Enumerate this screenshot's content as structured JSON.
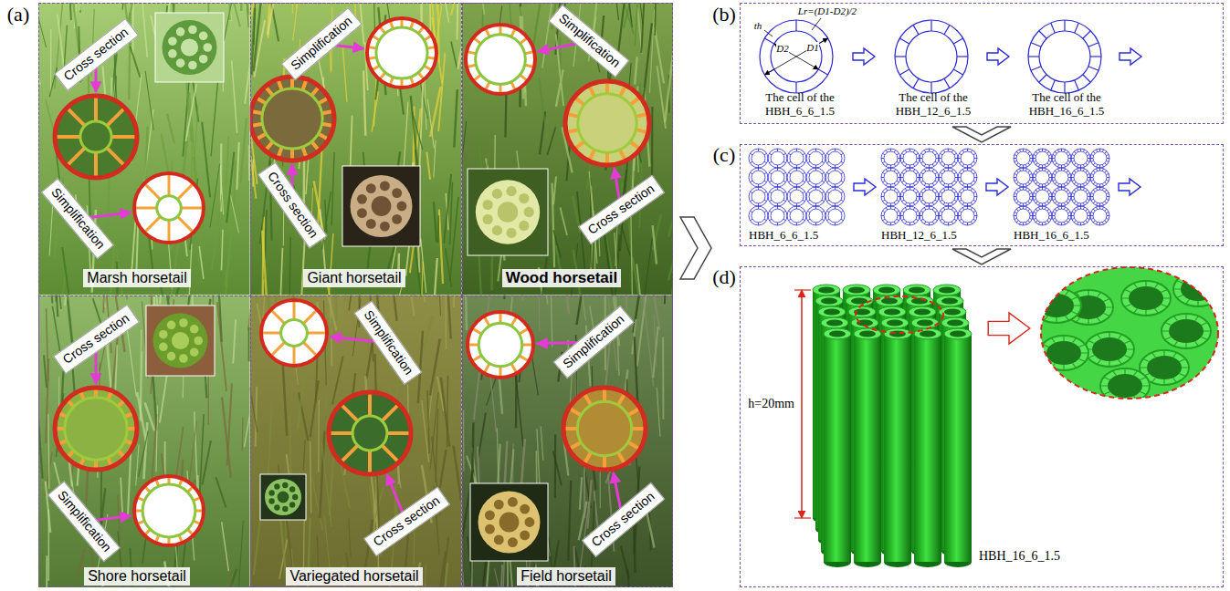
{
  "diagram": {
    "nodes": [
      {
        "text": [
          "(a)"
        ]
      },
      {
        "text": [
          "Marsh horsetail"
        ],
        "in": 0
      },
      {
        "text": [
          "Cross section"
        ],
        "in": 1
      },
      {
        "text": [
          "Simplification"
        ],
        "in": 1
      },
      {
        "text": [
          "Giant horsetail"
        ],
        "in": 0
      },
      {
        "text": [
          "Simplification"
        ],
        "in": 4
      },
      {
        "text": [
          "Cross section"
        ],
        "in": 4
      },
      {
        "text": [
          "Wood horsetail"
        ],
        "in": 0
      },
      {
        "text": [
          "Simplification"
        ],
        "in": 7
      },
      {
        "text": [
          "Cross section"
        ],
        "in": 7
      },
      {
        "text": [
          "Shore horsetail"
        ],
        "in": 0
      },
      {
        "text": [
          "Cross section"
        ],
        "in": 10
      },
      {
        "text": [
          "Simplification"
        ],
        "in": 10
      },
      {
        "text": [
          "Variegated horsetail"
        ],
        "in": 0
      },
      {
        "text": [
          "Simplification"
        ],
        "in": 13
      },
      {
        "text": [
          "Cross section"
        ],
        "in": 13
      },
      {
        "text": [
          "Field horsetail"
        ],
        "in": 0
      },
      {
        "text": [
          "Simplification"
        ],
        "in": 16
      },
      {
        "text": [
          "Cross section"
        ],
        "in": 16
      },
      {
        "text": [
          "(b)"
        ]
      },
      {
        "text": [
          "(c)"
        ]
      },
      {
        "text": [
          "(d)"
        ]
      }
    ],
    "labels": [
      "Lr=(D1-D2)/2",
      "th",
      "D2",
      "D1",
      "The cell of the HBH_6_6_1.5",
      "The cell of the HBH_12_6_1.5",
      "The cell of the HBH_16_6_1.5",
      "HBH_6_6_1.5",
      "HBH_12_6_1.5",
      "HBH_16_6_1.5",
      "h=20mm",
      "HBH_16_6_1.5"
    ]
  }
}
